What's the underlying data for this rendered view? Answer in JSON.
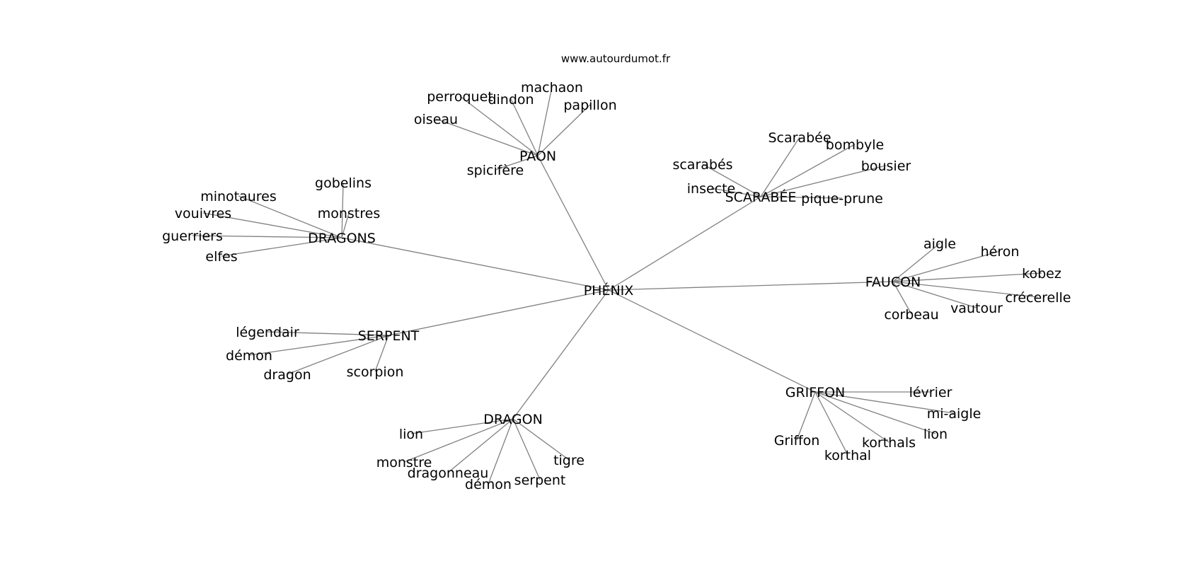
{
  "source": "www.autourdumot.fr",
  "root": "PHÉNIX",
  "clusters": [
    {
      "hub": "PAON",
      "leaves": [
        "perroquet",
        "dindon",
        "machaon",
        "papillon",
        "oiseau",
        "spicifère"
      ]
    },
    {
      "hub": "SCARABÉE",
      "leaves": [
        "Scarabée",
        "bombyle",
        "bousier",
        "scarabés",
        "insecte",
        "pique-prune"
      ]
    },
    {
      "hub": "DRAGONS",
      "leaves": [
        "gobelins",
        "minotaures",
        "monstres",
        "vouivres",
        "guerriers",
        "elfes"
      ]
    },
    {
      "hub": "FAUCON",
      "leaves": [
        "aigle",
        "héron",
        "kobez",
        "crécerelle",
        "vautour",
        "corbeau"
      ]
    },
    {
      "hub": "SERPENT",
      "leaves": [
        "légendair",
        "démon",
        "dragon",
        "scorpion"
      ]
    },
    {
      "hub": "GRIFFON",
      "leaves": [
        "lévrier",
        "mi-aigle",
        "lion",
        "korthals",
        "korthal",
        "Griffon"
      ]
    },
    {
      "hub": "DRAGON",
      "leaves": [
        "lion",
        "monstre",
        "dragonneau",
        "démon",
        "serpent",
        "tigre"
      ]
    }
  ]
}
